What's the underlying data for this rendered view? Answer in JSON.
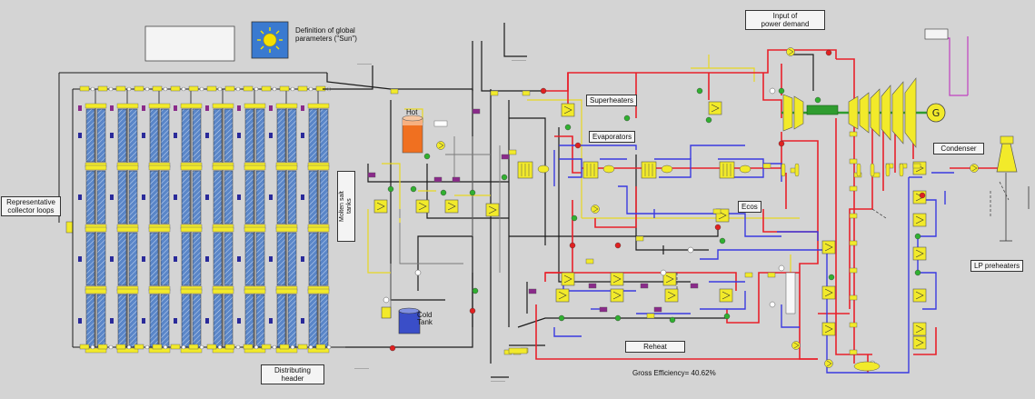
{
  "labels": {
    "representative_collector_loops": "Representative\ncollector loops",
    "definition_global_parameters": "Definition of global\nparameters (\"Sun\")",
    "input_power_demand": "Input of\npower demand",
    "superheaters": "Superheaters",
    "evaporators": "Evaporators",
    "ecos": "Ecos",
    "reheat": "Reheat",
    "condenser": "Condenser",
    "lp_preheaters": "LP preheaters",
    "distributing_header": "Distributing\nheader",
    "molten_salt_tanks": "Molten salt\ntanks",
    "hot": "Hot",
    "cold_tank": "Cold\nTank",
    "gross_efficiency": "Gross Efficiency= 40.62%"
  },
  "colors": {
    "background": "#d4d4d4",
    "steam_line": "#e8202a",
    "water_line": "#3a3ae0",
    "salt_line": "#f0e040",
    "oil_line": "#1a1a1a",
    "generator_line": "#c040c0",
    "shaft": "#30a030",
    "component_yellow": "#f2ea2a",
    "collector_blue": "#5a86c8",
    "hot_tank": "#f07020",
    "cold_tank": "#3a4ec8"
  },
  "icons": {
    "sun": "sun-icon",
    "turbine": "turbine-icon",
    "generator": "generator-icon",
    "cooling_tower": "cooling-tower-icon",
    "heat_exchanger": "heat-exchanger-icon",
    "pump": "pump-icon",
    "valve": "valve-icon"
  }
}
